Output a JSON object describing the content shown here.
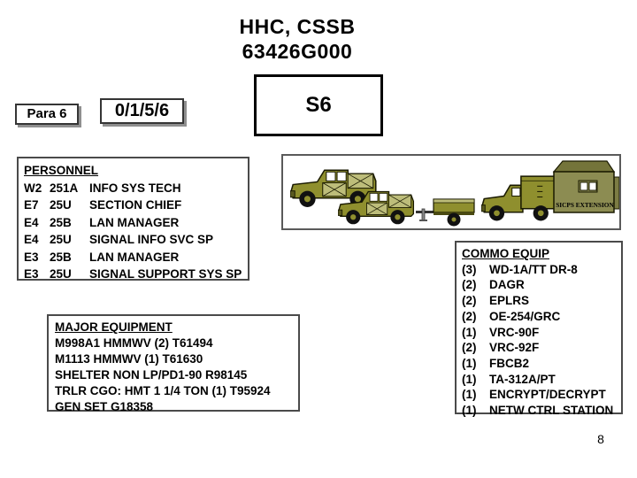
{
  "slide": {
    "title_line1": "HHC, CSSB",
    "title_line2": "63426G000",
    "page_number": "8"
  },
  "header": {
    "para_label": "Para 6",
    "strength": "0/1/5/6",
    "unit_label": "S6"
  },
  "personnel": {
    "heading": "PERSONNEL",
    "rows": [
      {
        "grade": "W2",
        "mos": "251A",
        "title": "INFO SYS TECH"
      },
      {
        "grade": "E7",
        "mos": "25U",
        "title": "SECTION CHIEF"
      },
      {
        "grade": "E4",
        "mos": "25B",
        "title": "LAN MANAGER"
      },
      {
        "grade": "E4",
        "mos": "25U",
        "title": "SIGNAL INFO SVC SP"
      },
      {
        "grade": "E3",
        "mos": "25B",
        "title": "LAN MANAGER"
      },
      {
        "grade": "E3",
        "mos": "25U",
        "title": "SIGNAL SUPPORT SYS SP"
      }
    ]
  },
  "major_equipment": {
    "heading": "MAJOR EQUIPMENT",
    "items": [
      "M998A1  HMMWV (2) T61494",
      "M1113 HMMWV (1) T61630",
      "SHELTER NON LP/PD1-90 R98145",
      "TRLR CGO: HMT 1 1/4 TON (1) T95924",
      "GEN SET G18358"
    ]
  },
  "commo_equipment": {
    "heading": "COMMO EQUIP",
    "rows": [
      {
        "qty": "(3)",
        "name": "WD-1A/TT DR-8"
      },
      {
        "qty": "(2)",
        "name": "DAGR"
      },
      {
        "qty": "(2)",
        "name": "EPLRS"
      },
      {
        "qty": "(2)",
        "name": "OE-254/GRC"
      },
      {
        "qty": "(1)",
        "name": "VRC-90F"
      },
      {
        "qty": "(2)",
        "name": "VRC-92F"
      },
      {
        "qty": "(1)",
        "name": "FBCB2"
      },
      {
        "qty": "(1)",
        "name": "TA-312A/PT"
      },
      {
        "qty": "(1)",
        "name": "ENCRYPT/DECRYPT"
      },
      {
        "qty": "(1)",
        "name": "NETW CTRL STATION"
      }
    ]
  },
  "graphics": {
    "shelter_label": "SICPS EXTENSION",
    "colors": {
      "vehicle_body": "#8F8F2E",
      "vehicle_panel_light": "#BDBD7A",
      "shelter_body": "#8C8C52",
      "shelter_top": "#74743A",
      "outline": "#1A1A00",
      "box_shadow": "#8F8F8F"
    }
  }
}
